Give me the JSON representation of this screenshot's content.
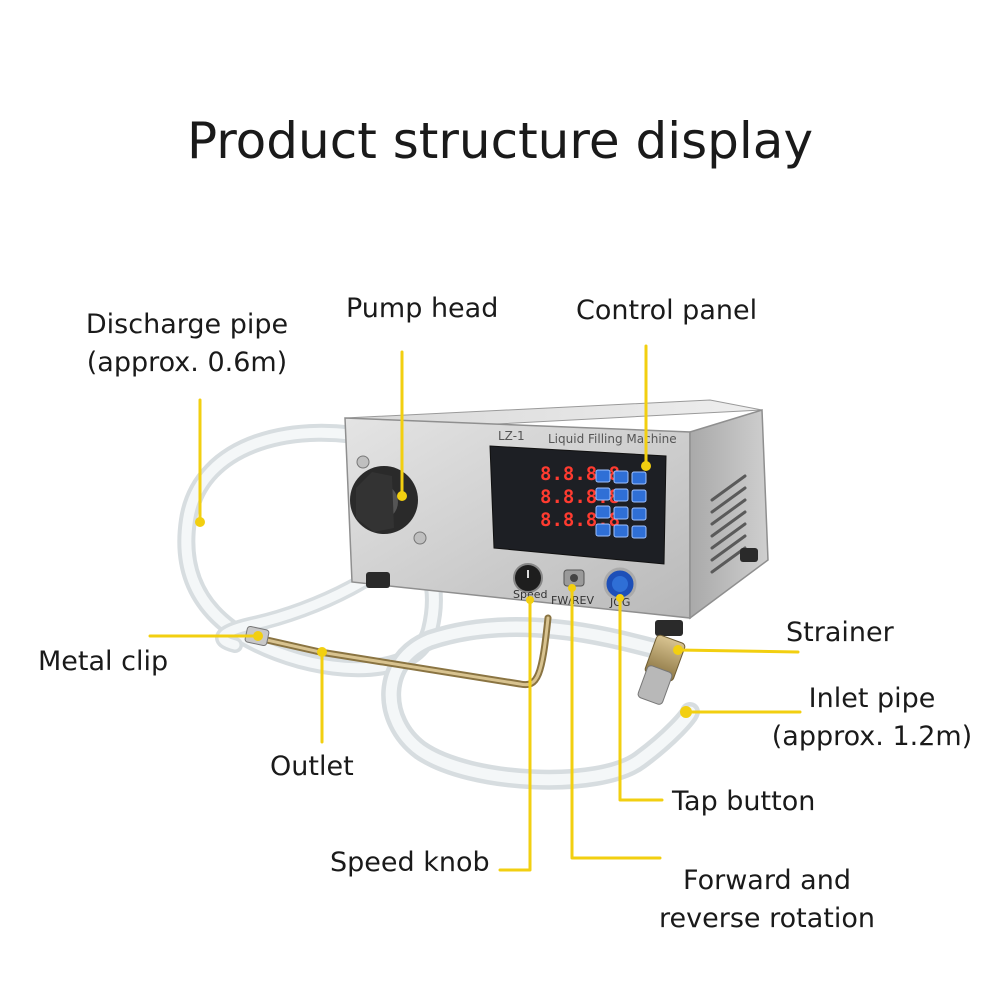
{
  "title": "Product structure display",
  "colors": {
    "callout": "#f2cf10",
    "steel": "#c9c9c9",
    "tube": "#e9eef0"
  },
  "machine": {
    "model": "LZ-1",
    "name": "Liquid Filling Machine",
    "display_rows": [
      "8.8.8.8",
      "8.8.8.8",
      "8.8.8.8"
    ],
    "knob_label": "Speed",
    "switch_label": "FW/REV",
    "jog_label": "JOG"
  },
  "labels": {
    "discharge_pipe": [
      "Discharge pipe",
      "(approx. 0.6m)"
    ],
    "pump_head": "Pump head",
    "control_panel": "Control panel",
    "strainer": "Strainer",
    "inlet_pipe": [
      "Inlet pipe",
      "(approx. 1.2m)"
    ],
    "metal_clip": "Metal clip",
    "outlet": "Outlet",
    "tap_button": "Tap button",
    "speed_knob": "Speed knob",
    "forward_reverse": [
      "Forward and",
      "reverse rotation"
    ]
  }
}
